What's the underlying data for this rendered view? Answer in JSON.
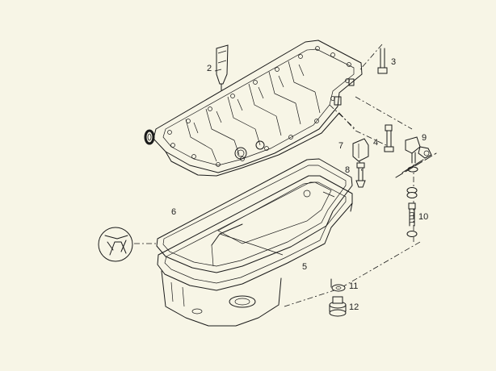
{
  "diagram": {
    "background": "#f7f5e6",
    "callouts": [
      {
        "id": "part-2",
        "label": "2"
      },
      {
        "id": "part-3",
        "label": "3"
      },
      {
        "id": "part-4",
        "label": "4"
      },
      {
        "id": "part-5",
        "label": "5"
      },
      {
        "id": "part-6",
        "label": "6"
      },
      {
        "id": "part-7",
        "label": "7"
      },
      {
        "id": "part-8",
        "label": "8"
      },
      {
        "id": "part-9",
        "label": "9"
      },
      {
        "id": "part-10",
        "label": "10"
      },
      {
        "id": "part-11",
        "label": "11"
      },
      {
        "id": "part-12",
        "label": "12"
      }
    ]
  }
}
